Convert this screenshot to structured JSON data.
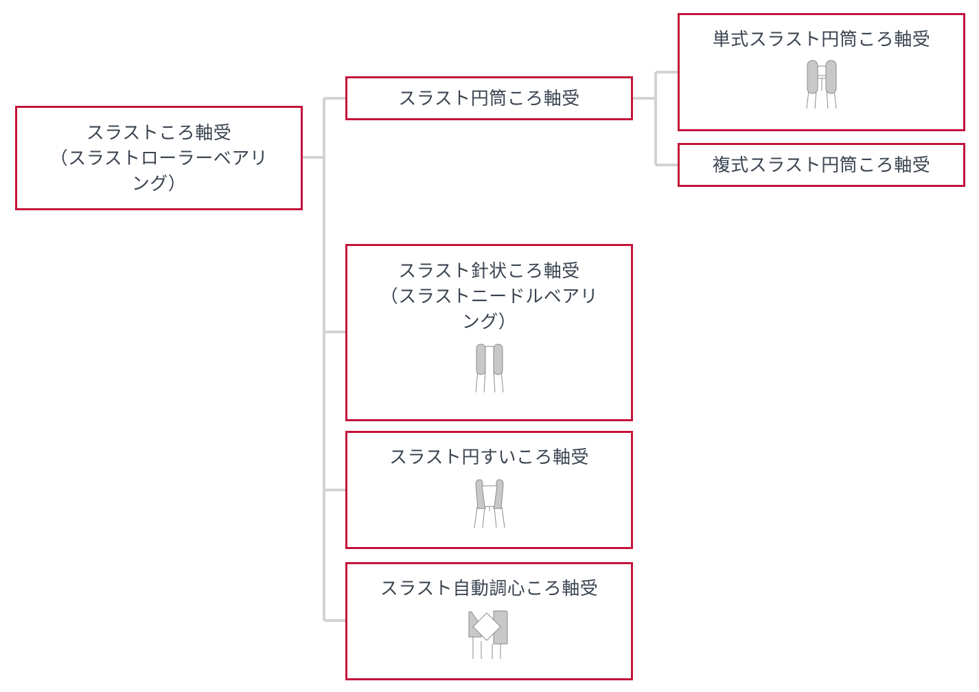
{
  "diagram": {
    "type": "hierarchy-tree",
    "orientation": "left-to-right",
    "colors": {
      "node_border": "#c4123a",
      "node_background": "#ffffff",
      "label_text": "#3b4451",
      "connector_line": "#d2d2d2",
      "figure_fill": "#c8c8c8",
      "figure_stroke": "#8a8a8a",
      "page_background": "#ffffff"
    },
    "nodes": {
      "root": {
        "label": "スラストころ軸受\n（スラストローラーベアリ\nング）",
        "figure": "none"
      },
      "cylindrical": {
        "label": "スラスト円筒ころ軸受",
        "figure": "none"
      },
      "needle": {
        "label": "スラスト針状ころ軸受\n（スラストニードルベアリ\nング）",
        "figure": "thrust-needle-roller-bearing-icon"
      },
      "tapered": {
        "label": "スラスト円すいころ軸受",
        "figure": "thrust-tapered-roller-bearing-icon"
      },
      "spherical": {
        "label": "スラスト自動調心ころ軸受",
        "figure": "thrust-spherical-roller-bearing-icon"
      },
      "single_row": {
        "label": "単式スラスト円筒ころ軸受",
        "figure": "single-row-thrust-cylindrical-roller-bearing-icon"
      },
      "double_row": {
        "label": "複式スラスト円筒ころ軸受",
        "figure": "none"
      }
    },
    "edges": [
      {
        "from": "root",
        "to": "cylindrical"
      },
      {
        "from": "root",
        "to": "needle"
      },
      {
        "from": "root",
        "to": "tapered"
      },
      {
        "from": "root",
        "to": "spherical"
      },
      {
        "from": "cylindrical",
        "to": "single_row"
      },
      {
        "from": "cylindrical",
        "to": "double_row"
      }
    ]
  }
}
